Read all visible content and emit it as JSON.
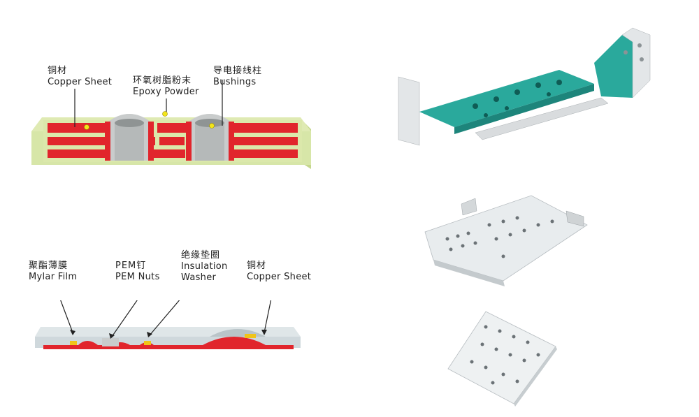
{
  "diagram_top": {
    "labels": {
      "copper_sheet": {
        "zh": "铜材",
        "en": "Copper Sheet"
      },
      "epoxy_powder": {
        "zh": "环氧树脂粉末",
        "en": "Epoxy Powder"
      },
      "bushings": {
        "zh": "导电接线柱",
        "en": "Bushings"
      }
    }
  },
  "diagram_bottom": {
    "labels": {
      "mylar_film": {
        "zh": "聚酯薄膜",
        "en": "Mylar Film"
      },
      "pem_nuts": {
        "zh": "PEM钉",
        "en": "PEM Nuts"
      },
      "insulation_washer": {
        "zh": "绝缘垫圈",
        "en": "Insulation Washer"
      },
      "copper_sheet": {
        "zh": "铜材",
        "en": "Copper Sheet"
      }
    }
  },
  "colors": {
    "copper": "#e1252c",
    "epoxy": "#d7e6a8",
    "bushing": "#c9cccc",
    "film": "#cfd8dc",
    "washer": "#f0c419",
    "green_board": "#2aa99c"
  }
}
